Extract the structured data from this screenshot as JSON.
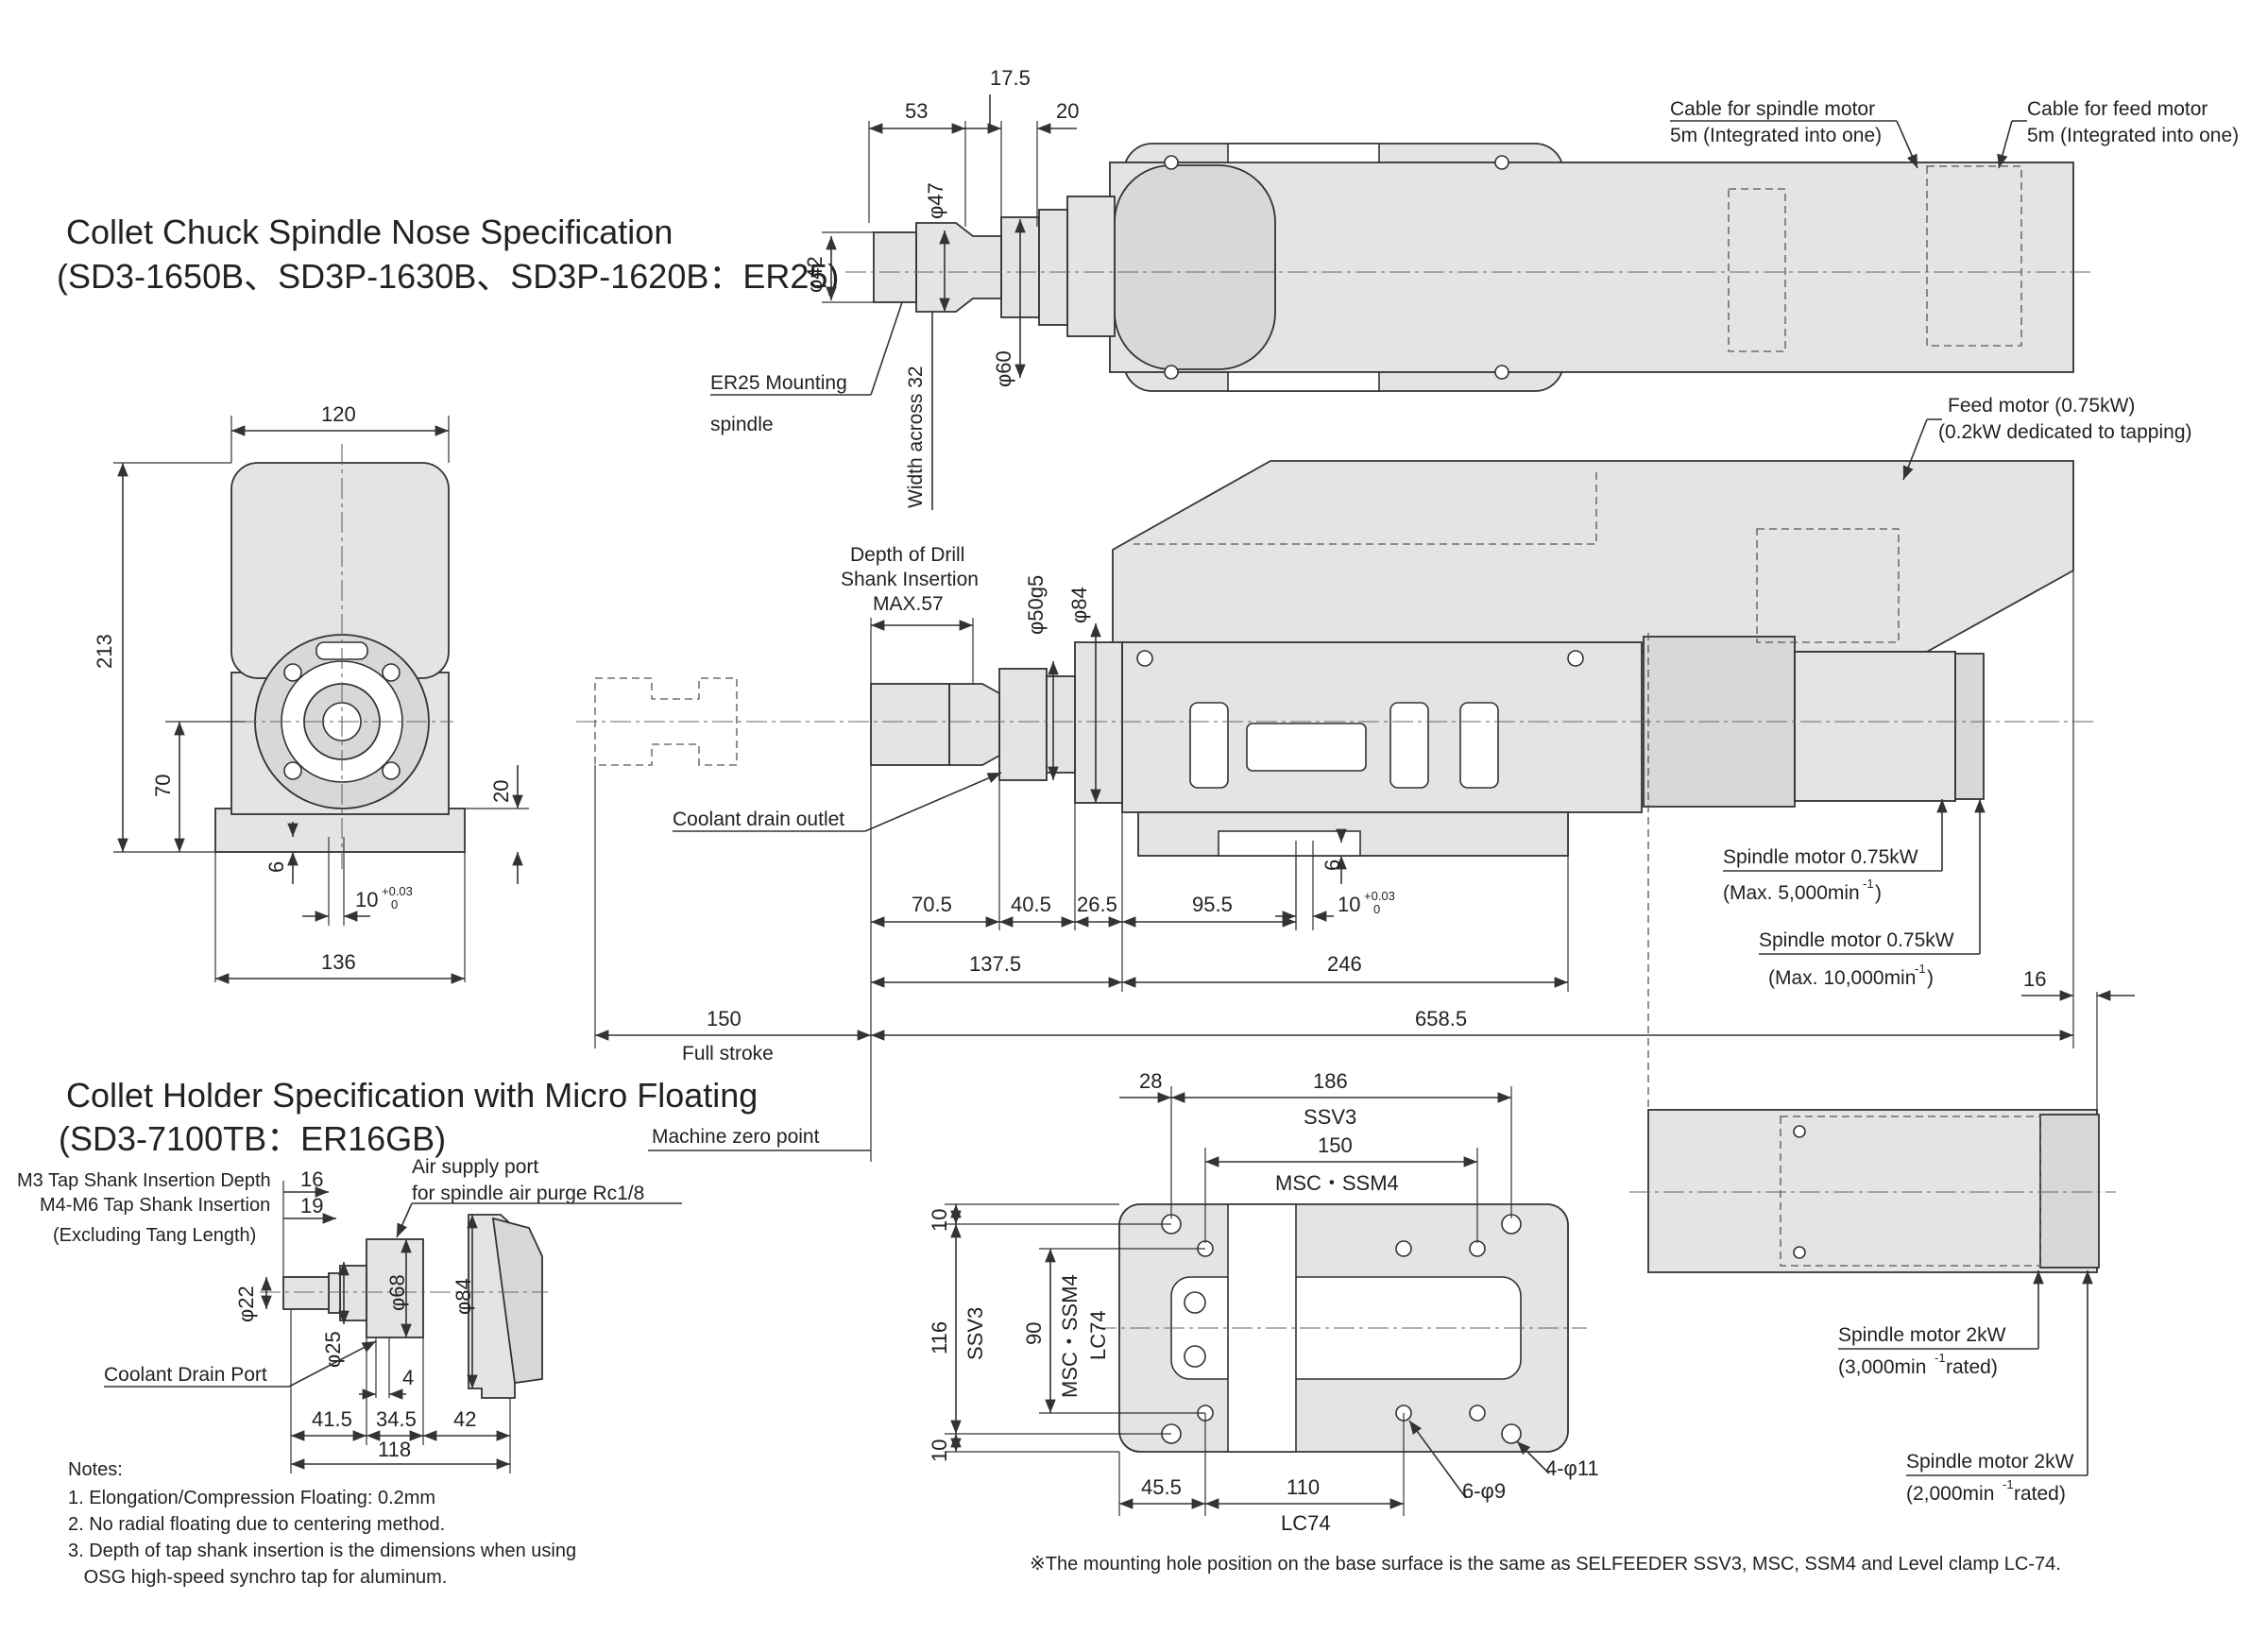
{
  "headings": {
    "collet_chuck_title": "Collet Chuck Spindle Nose Specification",
    "collet_chuck_models": "(SD3-1650B、SD3P-1630B、SD3P-1620B：ER25)",
    "collet_holder_title": "Collet Holder Specification with Micro Floating",
    "collet_holder_models": "(SD3-7100TB：ER16GB)"
  },
  "callouts": {
    "cable_spindle_motor": [
      "Cable for spindle motor",
      "5m (Integrated into one)"
    ],
    "cable_feed_motor": [
      "Cable for feed motor",
      "5m (Integrated into one)"
    ],
    "feed_motor": [
      "Feed motor (0.75kW)",
      "(0.2kW dedicated to tapping)"
    ],
    "er25_mounting": [
      "ER25 Mounting",
      "spindle"
    ],
    "width_across": "Width across 32",
    "depth_drill": [
      "Depth of Drill",
      "Shank Insertion",
      "MAX.57"
    ],
    "coolant_drain_outlet": "Coolant drain outlet",
    "spindle_motor_075_5000": [
      "Spindle motor 0.75kW",
      "(Max. 5,000min",
      "-1",
      ")"
    ],
    "spindle_motor_075_10000": [
      "Spindle motor 0.75kW",
      "(Max. 10,000min",
      "-1",
      ")"
    ],
    "spindle_motor_2kw_3000": [
      "Spindle motor 2kW",
      "(3,000min",
      "-1",
      " rated)"
    ],
    "spindle_motor_2kw_2000": [
      "Spindle motor 2kW",
      "(2,000min",
      "-1",
      " rated)"
    ],
    "full_stroke": "Full stroke",
    "machine_zero_point": "Machine zero point",
    "m3_tap": "M3 Tap Shank Insertion Depth",
    "m4_m6_tap": "M4-M6 Tap Shank Insertion",
    "excluding_tang": "(Excluding Tang Length)",
    "air_supply": [
      "Air supply port",
      "for spindle air purge Rc1/8"
    ],
    "coolant_drain_port": "Coolant Drain Port",
    "hole_6phi9": "6-φ9",
    "hole_4phi11": "4-φ11"
  },
  "dimensions": {
    "top_53": "53",
    "top_17_5": "17.5",
    "top_20": "20",
    "phi47": "φ47",
    "phi42": "φ42",
    "phi60": "φ60",
    "front_120": "120",
    "front_213": "213",
    "front_70": "70",
    "front_20": "20",
    "front_6": "6",
    "front_10": "10",
    "tol_plus": "+0.03",
    "tol_zero": "0",
    "front_136": "136",
    "phi50g5": "φ50g5",
    "phi84": "φ84",
    "side_70_5": "70.5",
    "side_40_5": "40.5",
    "side_26_5": "26.5",
    "side_95_5": "95.5",
    "side_6": "6",
    "side_10": "10",
    "side_137_5": "137.5",
    "side_246": "246",
    "side_150": "150",
    "side_658_5": "658.5",
    "side_16": "16",
    "base_28": "28",
    "base_186": "186",
    "base_ssv3": "SSV3",
    "base_150": "150",
    "base_msc_ssm4": "MSC・SSM4",
    "base_10a": "10",
    "base_116": "116",
    "base_90": "90",
    "base_lc74_v": "LC74",
    "base_10b": "10",
    "base_45_5": "45.5",
    "base_110": "110",
    "base_lc74": "LC74",
    "holder_16": "16",
    "holder_19": "19",
    "phi22": "φ22",
    "phi25": "φ25",
    "phi68": "φ68",
    "holder_phi84": "φ84",
    "holder_4": "4",
    "holder_41_5": "41.5",
    "holder_34_5": "34.5",
    "holder_42": "42",
    "holder_118": "118"
  },
  "notes": {
    "title": "Notes:",
    "items": [
      "1. Elongation/Compression Floating: 0.2mm",
      "2. No radial floating due to centering method.",
      "3. Depth of tap shank insertion is the dimensions when using",
      "   OSG high-speed synchro tap for aluminum."
    ]
  },
  "footnote": "※The mounting hole position on the base surface is the same as SELFEEDER SSV3, MSC, SSM4 and Level clamp LC-74."
}
